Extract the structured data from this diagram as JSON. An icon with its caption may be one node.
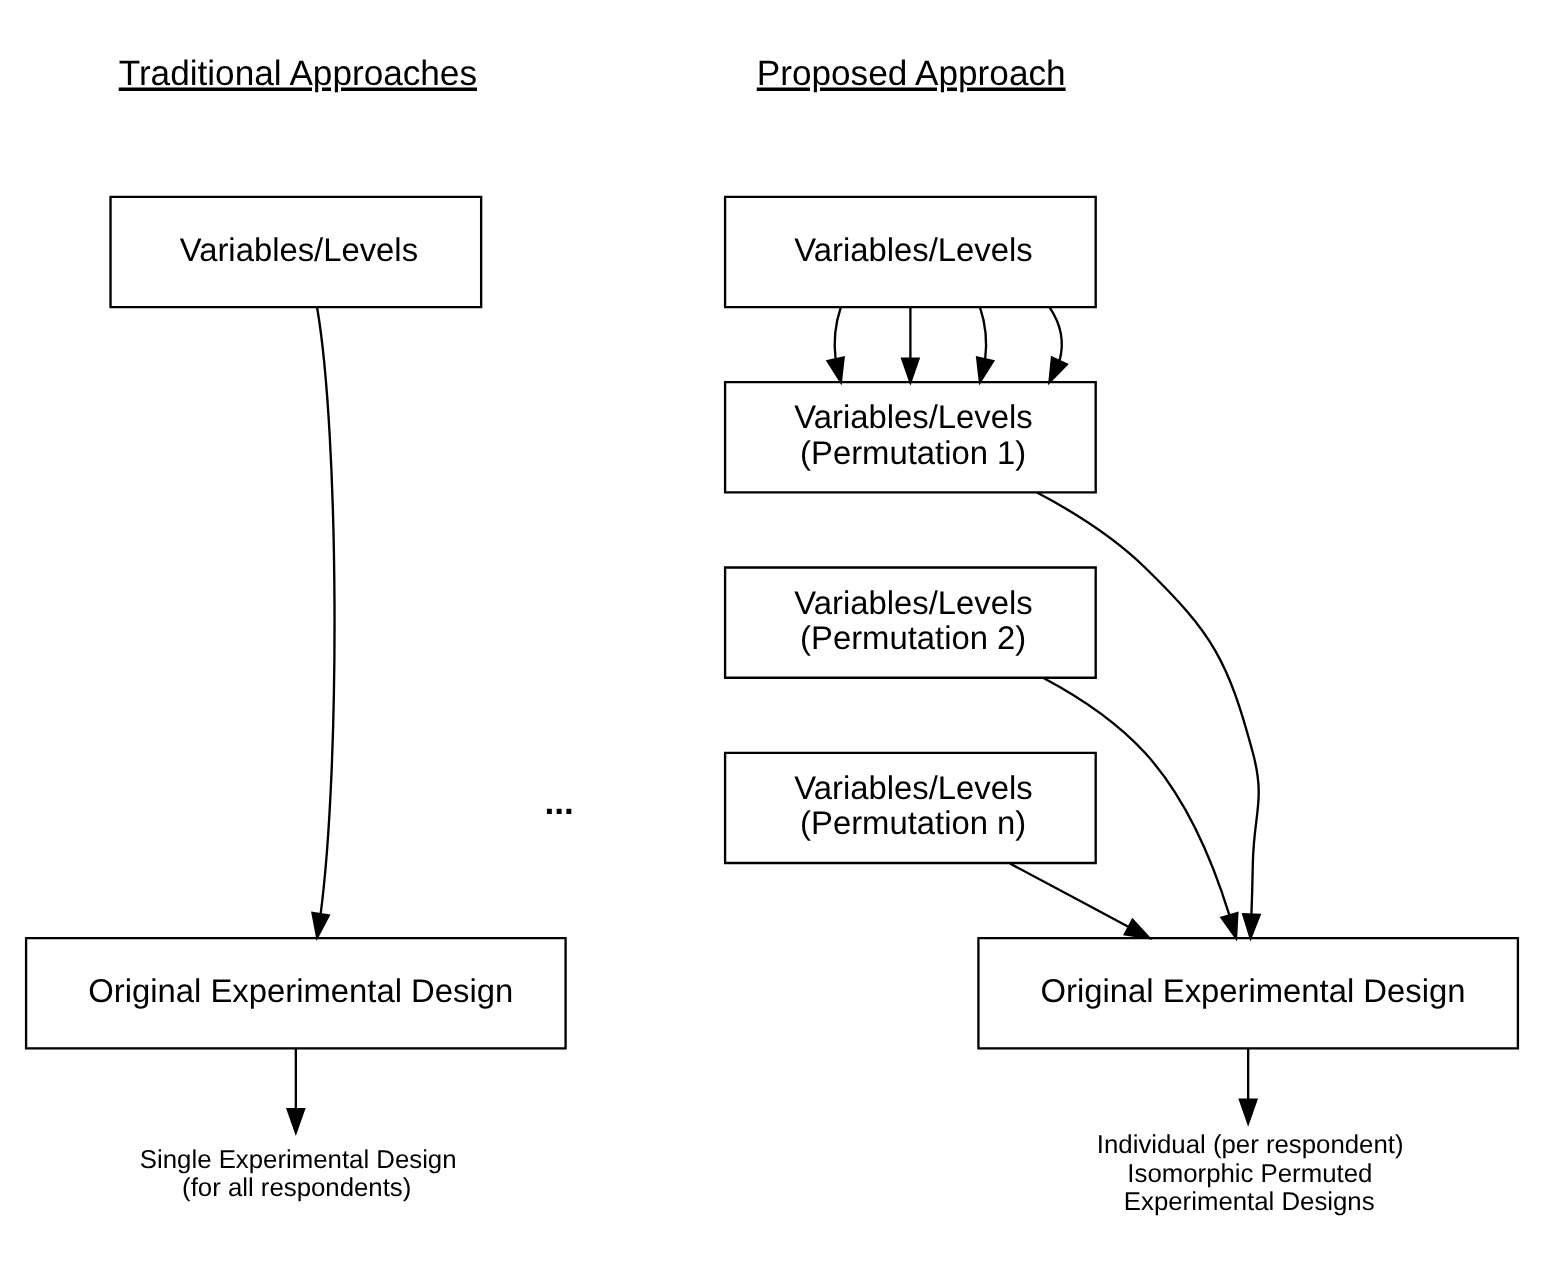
{
  "diagram": {
    "nodes": [
      {
        "text": [
          "Variables/Levels"
        ]
      },
      {
        "text": [
          "Original Experimental Design"
        ]
      },
      {
        "text": [
          "Single Experimental Design (for all respondents)"
        ]
      },
      {
        "text": [
          "Variables/Levels"
        ]
      },
      {
        "text": [
          "Variables/Levels (Permutation 1)"
        ]
      },
      {
        "text": [
          "Variables/Levels (Permutation 2)"
        ]
      },
      {
        "text": [
          "Variables/Levels (Permutation n)"
        ]
      },
      {
        "text": [
          "Original Experimental Design"
        ]
      },
      {
        "text": [
          "Individual (per respondent) Isomorphic Permuted Experimental Designs"
        ]
      }
    ],
    "edges": [
      {
        "from": 0,
        "to": 1,
        "arrow": "to"
      },
      {
        "from": 1,
        "to": 2,
        "arrow": "to"
      },
      {
        "from": 3,
        "to": 4,
        "arrow": "to"
      },
      {
        "from": 3,
        "to": 4,
        "arrow": "to"
      },
      {
        "from": 3,
        "to": 4,
        "arrow": "to"
      },
      {
        "from": 3,
        "to": 4,
        "arrow": "to"
      },
      {
        "from": 4,
        "to": 7,
        "arrow": "to"
      },
      {
        "from": 5,
        "to": 7,
        "arrow": "to"
      },
      {
        "from": 6,
        "to": 7,
        "arrow": "to"
      },
      {
        "from": 7,
        "to": 8,
        "arrow": "to"
      }
    ],
    "labels": [
      "Traditional Approaches",
      "Proposed Approach",
      "..."
    ]
  }
}
